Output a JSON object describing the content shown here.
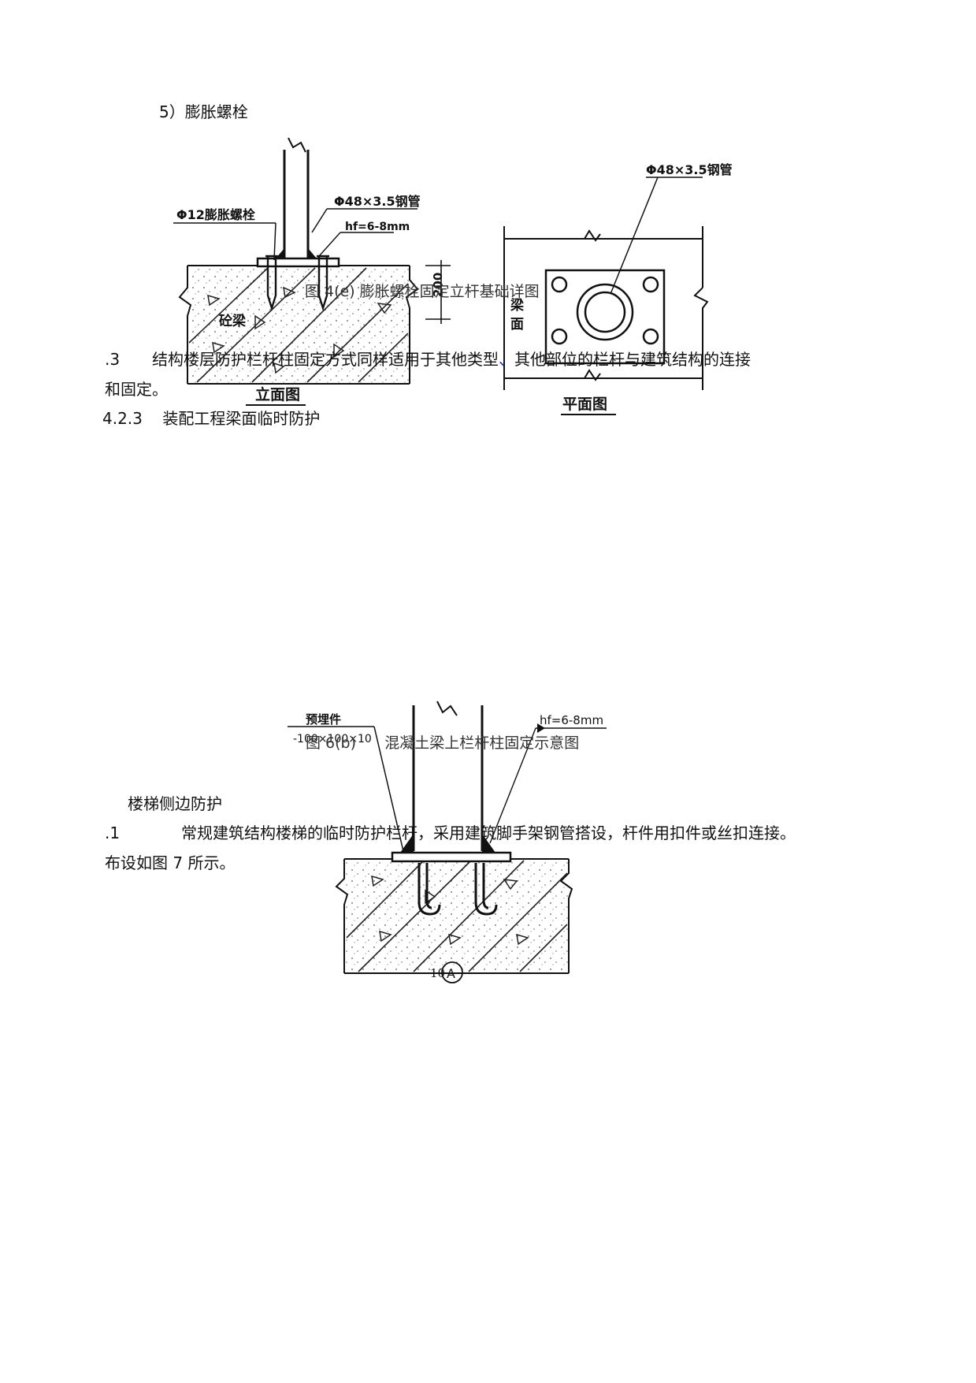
{
  "section5": "5）膨胀螺栓",
  "fig1": {
    "tube_label": "Φ48×3.5钢管",
    "bolt_label": "Φ12膨胀螺栓",
    "weld_label": "hf=6-8mm",
    "beam_label": "砼梁",
    "dim_label": "200",
    "elev_label": "立面图",
    "plan_label": "平面图",
    "plan_tube_label": "Φ48×3.5钢管",
    "plan_face_label_1": "梁",
    "plan_face_label_2": "面",
    "caption": "图 4(e)      膨胀螺栓固定立杆基础详图"
  },
  "para_3_num": ".3",
  "para_3_text_a": "结构楼层防护栏杆柱固定方式同样适用于其他类型",
  "para_3_sep": "、",
  "para_3_text_b": "其他部位的栏杆与建筑结构的连接",
  "para_3_cont": "和固定。",
  "heading_423": "4.2.3    装配工程梁面临时防护",
  "fig2": {
    "embed_label": "预埋件",
    "embed_size": "-100×100×10",
    "weld_label": "hf=6-8mm",
    "marker": "A",
    "caption": "图 6(b)      混凝土梁上栏杆柱固定示意图"
  },
  "stair_heading": "楼梯侧边防护",
  "para_1_num": ".1",
  "para_1_text": "常规建筑结构楼梯的临时防护栏杆，采用建筑脚手架钢管搭设，杆件用扣件或丝扣连接。",
  "para_1_cont": "布设如图 7 所示。",
  "page_number": "10"
}
